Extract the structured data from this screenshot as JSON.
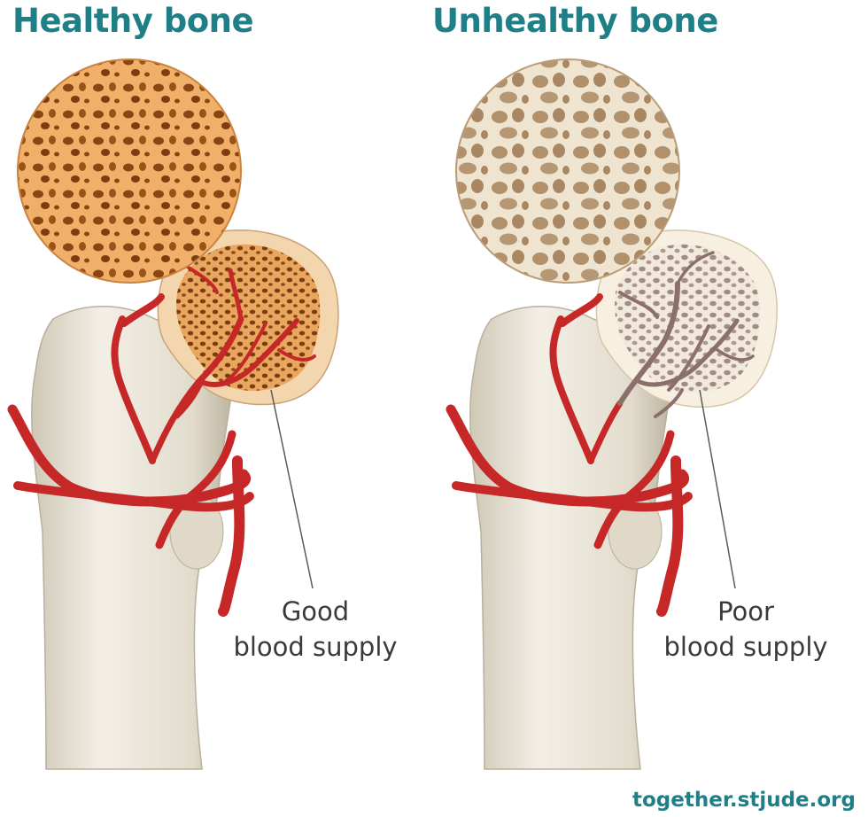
{
  "titles": {
    "left": "Healthy bone",
    "right": "Unhealthy bone"
  },
  "labels": {
    "left": {
      "line1": "Good",
      "line2": "blood supply"
    },
    "right": {
      "line1": "Poor",
      "line2": "blood supply"
    }
  },
  "credit": "together.stjude.org",
  "colors": {
    "title": "#1f7f86",
    "credit": "#1f7f86",
    "healthy_tissue": "#e8a25a",
    "unhealthy_tissue": "#d9c3a3",
    "artery": "#c92a2a",
    "poor_vessel": "#8a6f6a",
    "bone": "#ebe6da"
  }
}
